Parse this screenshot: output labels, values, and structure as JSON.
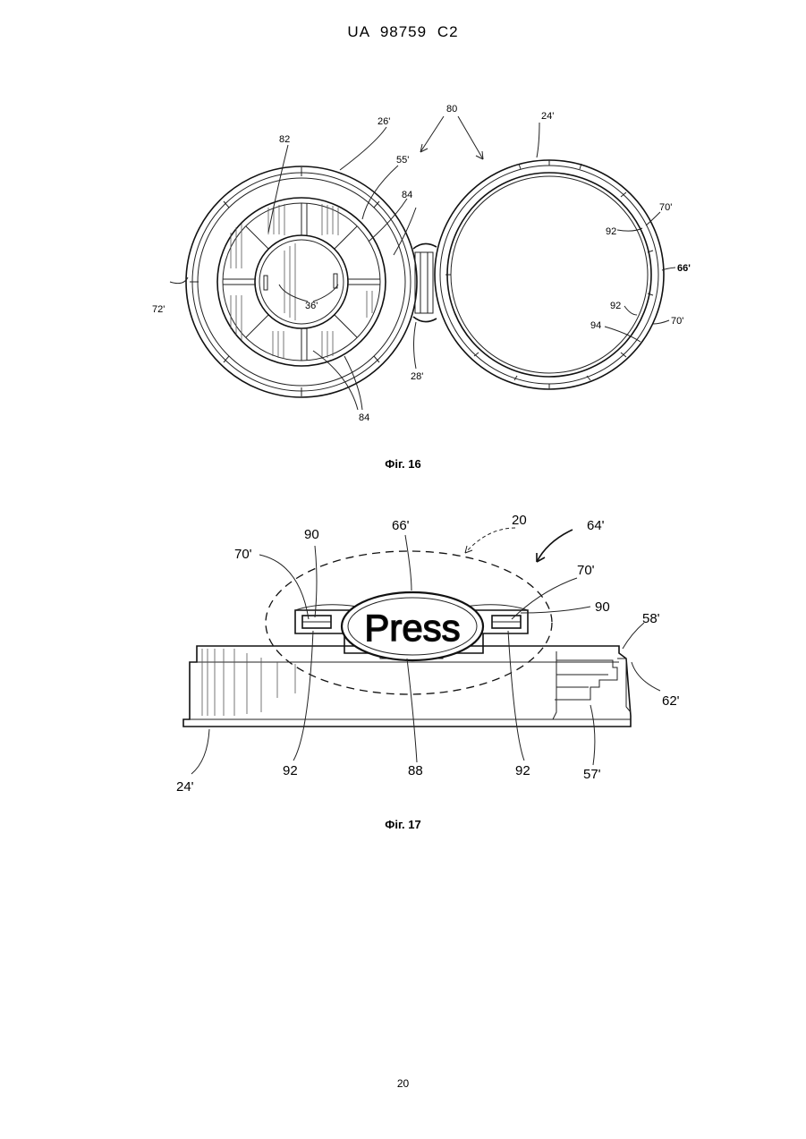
{
  "header": {
    "title": "UA   98759   C2"
  },
  "fig16": {
    "caption": "Фіг. 16",
    "labels": {
      "l80": "80",
      "l24": "24'",
      "l26": "26'",
      "l82": "82",
      "l55": "55'",
      "l84a": "84",
      "l70a": "70'",
      "l92a": "92",
      "l66": "66'",
      "l72": "72'",
      "l36": "36'",
      "l92b": "92",
      "l94": "94",
      "l70b": "70'",
      "l28": "28'",
      "l84b": "84"
    }
  },
  "fig17": {
    "caption": "Фіг. 17",
    "press_text": "Press",
    "labels": {
      "l20": "20",
      "l66": "66'",
      "l64": "64'",
      "l90a": "90",
      "l70a": "70'",
      "l70b": "70'",
      "l90b": "90",
      "l58": "58'",
      "l62": "62'",
      "l92a": "92",
      "l88": "88",
      "l92b": "92",
      "l57": "57'",
      "l24": "24'"
    }
  },
  "footer": {
    "page_number": "20"
  }
}
